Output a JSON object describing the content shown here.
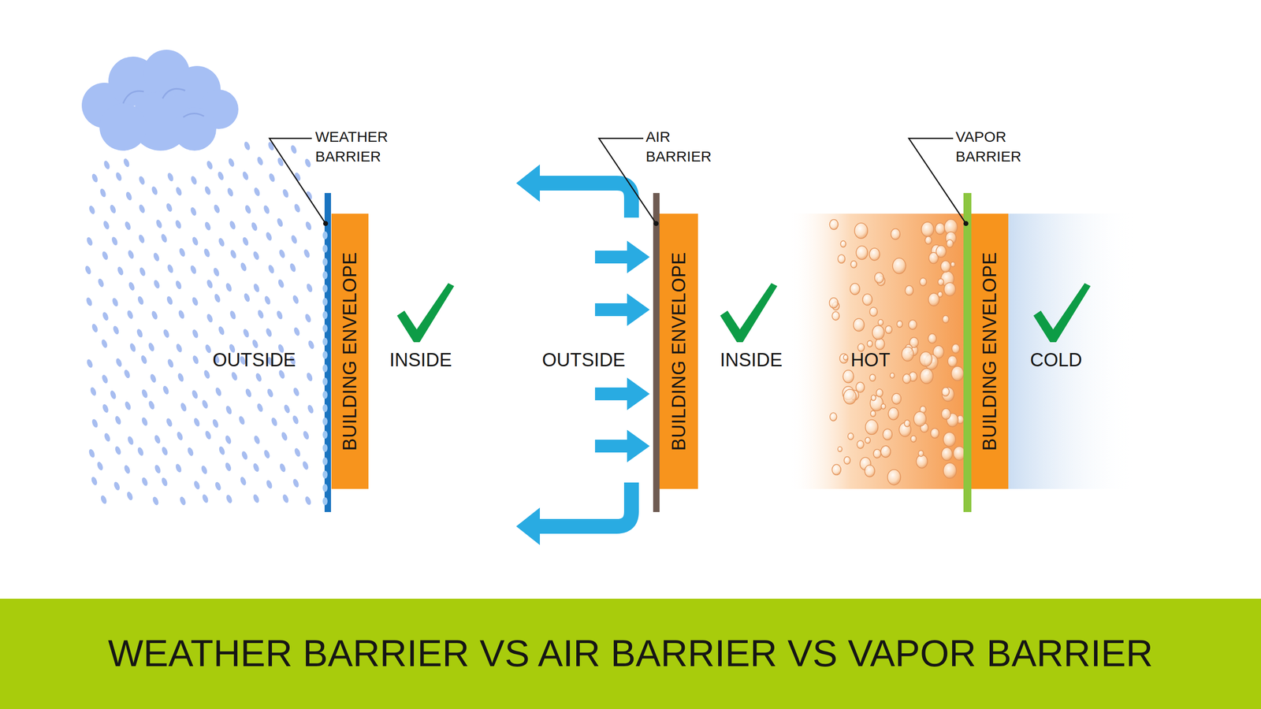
{
  "diagram": {
    "title": "WEATHER BARRIER VS AIR BARRIER VS VAPOR BARRIER",
    "nodes": [
      {
        "text": [
          "BUILDING ENVELOPE"
        ]
      },
      {
        "text": [
          "BUILDING ENVELOPE"
        ]
      },
      {
        "text": [
          "BUILDING ENVELOPE"
        ]
      }
    ],
    "labels": [
      "WEATHER BARRIER",
      "OUTSIDE",
      "INSIDE",
      "AIR BARRIER",
      "OUTSIDE",
      "INSIDE",
      "VAPOR BARRIER",
      "HOT",
      "COLD"
    ]
  }
}
